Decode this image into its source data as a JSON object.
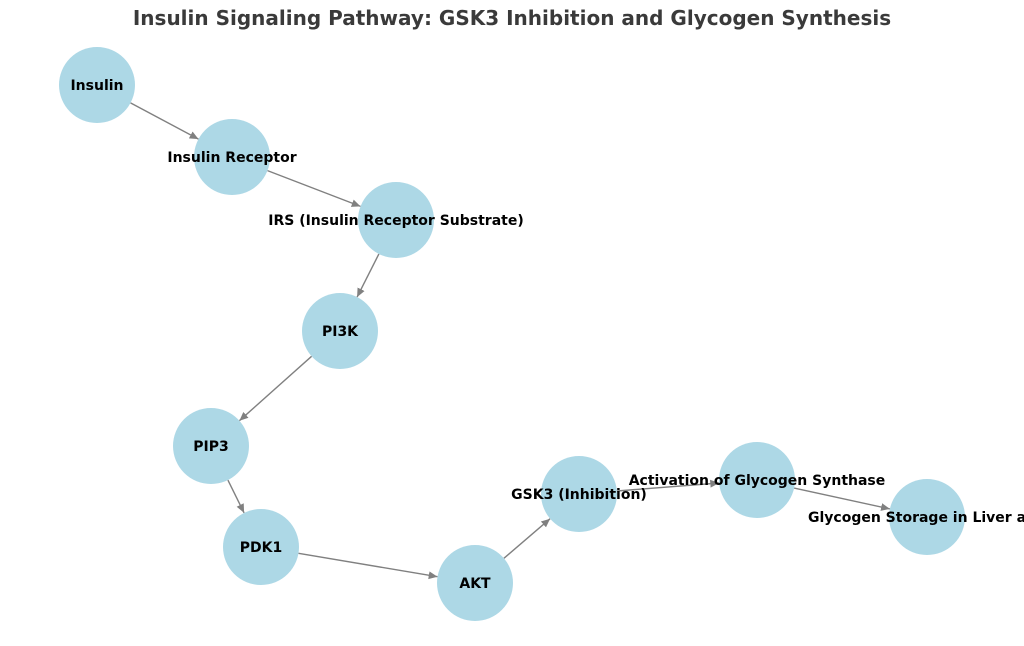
{
  "title": "Insulin Signaling Pathway: GSK3 Inhibition and Glycogen Synthesis",
  "colors": {
    "node_fill": "#add8e6",
    "edge": "#808080",
    "label": "#000000",
    "title": "#3a3a3a"
  },
  "nodes": [
    {
      "id": "insulin",
      "label": "Insulin"
    },
    {
      "id": "insulin_receptor",
      "label": "Insulin Receptor"
    },
    {
      "id": "irs",
      "label": "IRS (Insulin Receptor Substrate)"
    },
    {
      "id": "pi3k",
      "label": "PI3K"
    },
    {
      "id": "pip3",
      "label": "PIP3"
    },
    {
      "id": "pdk1",
      "label": "PDK1"
    },
    {
      "id": "akt",
      "label": "AKT"
    },
    {
      "id": "gsk3",
      "label": "GSK3 (Inhibition)"
    },
    {
      "id": "glycogen_synthase",
      "label": "Activation of Glycogen Synthase"
    },
    {
      "id": "glycogen_storage",
      "label": "Glycogen Storage in Liver and"
    }
  ],
  "edges": [
    {
      "from": "insulin",
      "to": "insulin_receptor"
    },
    {
      "from": "insulin_receptor",
      "to": "irs"
    },
    {
      "from": "irs",
      "to": "pi3k"
    },
    {
      "from": "pi3k",
      "to": "pip3"
    },
    {
      "from": "pip3",
      "to": "pdk1"
    },
    {
      "from": "pdk1",
      "to": "akt"
    },
    {
      "from": "akt",
      "to": "gsk3"
    },
    {
      "from": "gsk3",
      "to": "glycogen_synthase"
    },
    {
      "from": "glycogen_synthase",
      "to": "glycogen_storage"
    }
  ]
}
